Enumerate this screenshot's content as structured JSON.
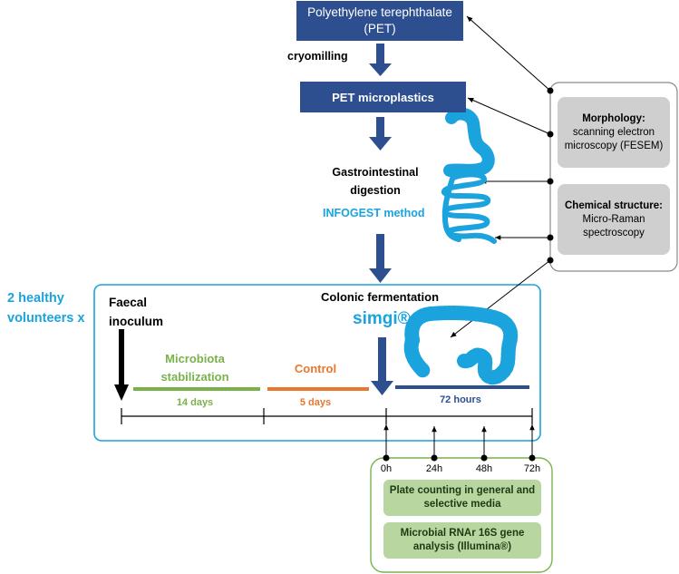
{
  "nodes": {
    "pet": "Polyethylene terephthalate (PET)",
    "cryomilling": "cryomilling",
    "pet_micro": "PET microplastics",
    "gi_digestion": "Gastrointestinal digestion",
    "infogest": "INFOGEST method",
    "colonic": "Colonic fermentation",
    "simgi": "simgi®",
    "volunteers": "2 healthy volunteers x",
    "faecal": "Faecal inoculum"
  },
  "phases": {
    "stabilization": "Microbiota stabilization",
    "stabilization_days": "14 days",
    "control": "Control",
    "control_days": "5 days",
    "fermentation_hours": "72 hours"
  },
  "timepoints": [
    "0h",
    "24h",
    "48h",
    "72h"
  ],
  "analysis": {
    "morphology_title": "Morphology:",
    "morphology_body": "scanning electron microscopy (FESEM)",
    "chemical_title": "Chemical structure:",
    "chemical_body": "Micro-Raman spectroscopy",
    "plate_counting": "Plate counting in general and selective media",
    "microbial_rna": "Microbial RNAr 16S gene analysis (Illumina®)"
  },
  "colors": {
    "dark_blue": "#2e4f8f",
    "cyan": "#1aa3dd",
    "green": "#79b24b",
    "orange": "#e8782b",
    "grey_box": "#cfcfcf",
    "green_box": "#b7d6a0"
  }
}
